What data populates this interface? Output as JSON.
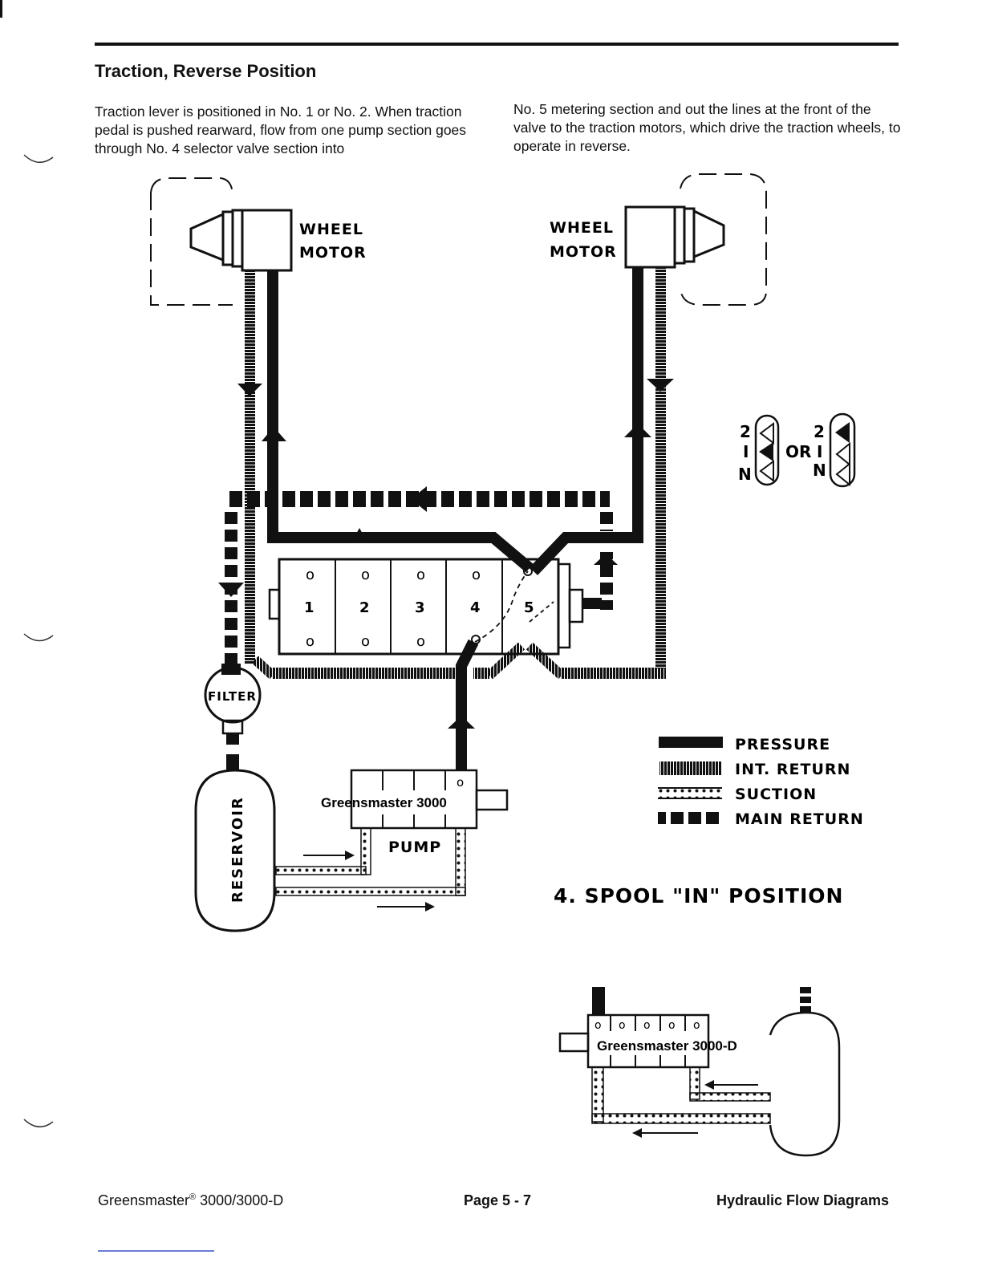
{
  "header": {
    "title": "Traction, Reverse Position"
  },
  "body_text": {
    "left": "Traction lever is positioned in No. 1 or No. 2. When traction pedal is pushed rearward, flow from one pump section goes through No. 4 selector valve section into",
    "right": "No. 5 metering section and out the lines at the front of the valve to the traction motors, which drive the traction wheels, to operate in reverse."
  },
  "diagram": {
    "motor_left_label_1": "WHEEL",
    "motor_left_label_2": "MOTOR",
    "motor_right_label_1": "WHEEL",
    "motor_right_label_2": "MOTOR",
    "valve_top_marks": [
      "o",
      "o",
      "o",
      "o"
    ],
    "valve_numbers": [
      "1",
      "2",
      "3",
      "4",
      "5"
    ],
    "valve_bottom_marks": [
      "o",
      "o",
      "o"
    ],
    "filter_label": "FILTER",
    "reservoir_label": "RESERVOIR",
    "pump_brand": "Greensmaster 3000",
    "pump_label": "PUMP",
    "pump_small_mark": "o",
    "lever_left": {
      "top": "2",
      "mid": "I",
      "bottom": "N"
    },
    "lever_or": "OR",
    "lever_right": {
      "top": "2",
      "mid": "I",
      "bottom": "N"
    },
    "legend": [
      {
        "label": "PRESSURE"
      },
      {
        "label": "INT. RETURN"
      },
      {
        "label": "SUCTION"
      },
      {
        "label": "MAIN RETURN"
      }
    ],
    "spool_caption": "4. SPOOL \"IN\" POSITION",
    "inset_brand": "Greensmaster 3000-D",
    "inset_marks": [
      "o",
      "o",
      "o",
      "o",
      "o"
    ]
  },
  "footer": {
    "left_brand": "Greensmaster",
    "left_reg": "®",
    "left_model": " 3000/3000-D",
    "center": "Page 5 - 7",
    "right": "Hydraulic Flow Diagrams"
  },
  "colors": {
    "ink": "#111111",
    "page": "#ffffff"
  }
}
